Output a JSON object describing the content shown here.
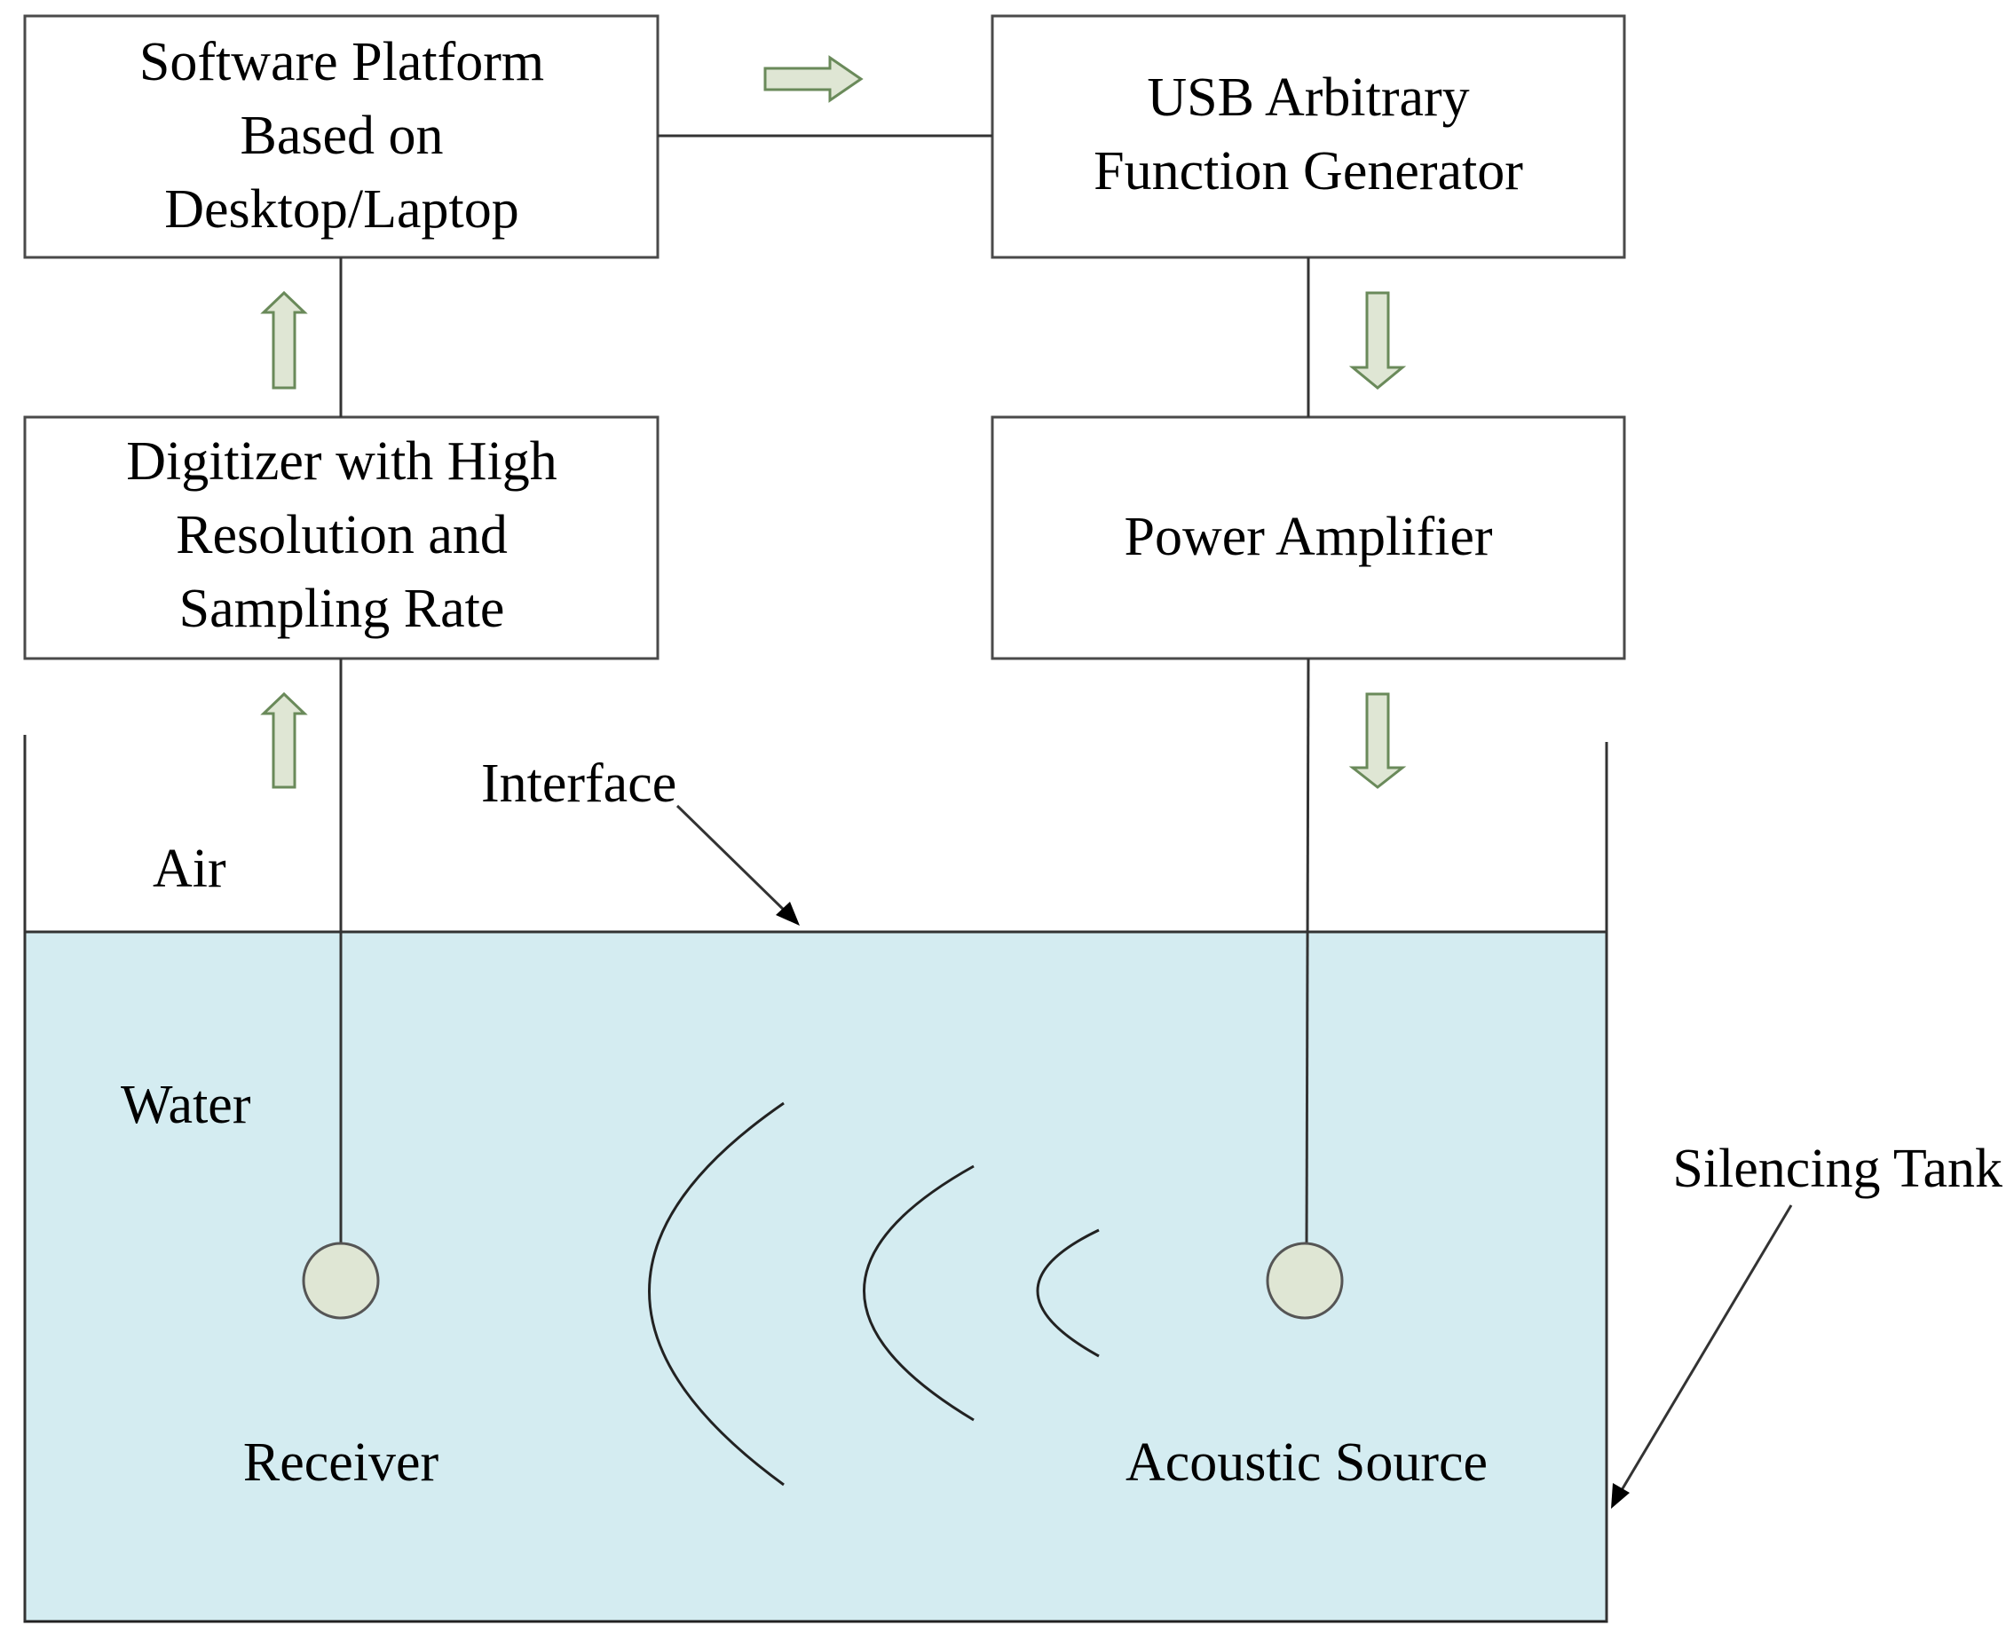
{
  "boxes": {
    "software_platform": [
      "Software Platform",
      "Based on",
      "Desktop/Laptop"
    ],
    "usb_generator": [
      "USB Arbitrary",
      "Function Generator"
    ],
    "digitizer": [
      "Digitizer with High",
      "Resolution and",
      "Sampling Rate"
    ],
    "power_amplifier": [
      "Power Amplifier"
    ]
  },
  "labels": {
    "interface": "Interface",
    "air": "Air",
    "water": "Water",
    "receiver": "Receiver",
    "acoustic_source": "Acoustic Source",
    "silencing_tank": "Silencing Tank"
  },
  "colors": {
    "water": "#d4ecf1",
    "arrow_fill": "#dfe6d4",
    "arrow_stroke": "#6a8a5a",
    "node_fill": "#dfe6d4"
  }
}
